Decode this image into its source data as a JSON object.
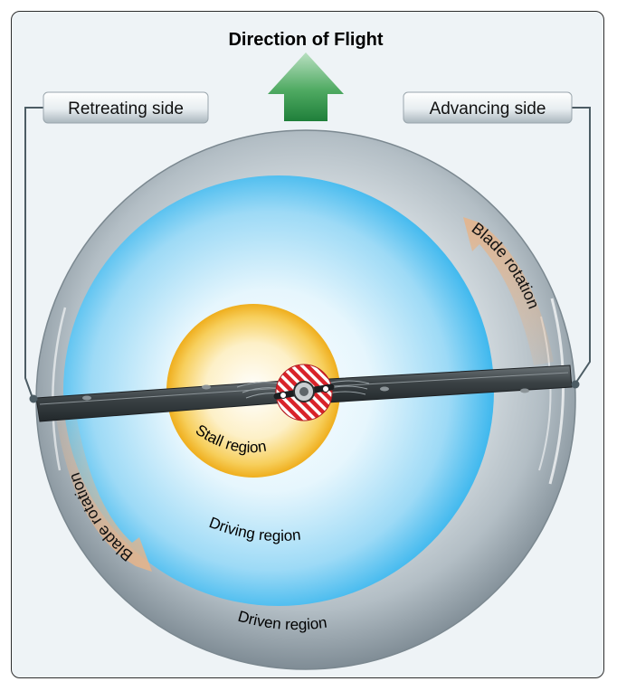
{
  "title": "Direction of Flight",
  "labels": {
    "retreating": "Retreating side",
    "advancing": "Advancing side",
    "stall_region": "Stall region",
    "driving_region": "Driving region",
    "driven_region": "Driven region",
    "blade_rotation_right": "Blade rotation",
    "blade_rotation_left": "Blade rotation"
  },
  "colors": {
    "arrow_green": "#2e9a48",
    "driven_gray": "#8d9aa3",
    "driving_blue": "#3fb8ee",
    "stall_yellow": "#f2b824",
    "hub_red": "#d8232a",
    "blade_dark": "#3f4548",
    "rotation_arrow": "#d9a77e"
  },
  "icons": {
    "flight_direction": "up-arrow-icon",
    "rotor_hub": "rotor-hub-icon"
  }
}
